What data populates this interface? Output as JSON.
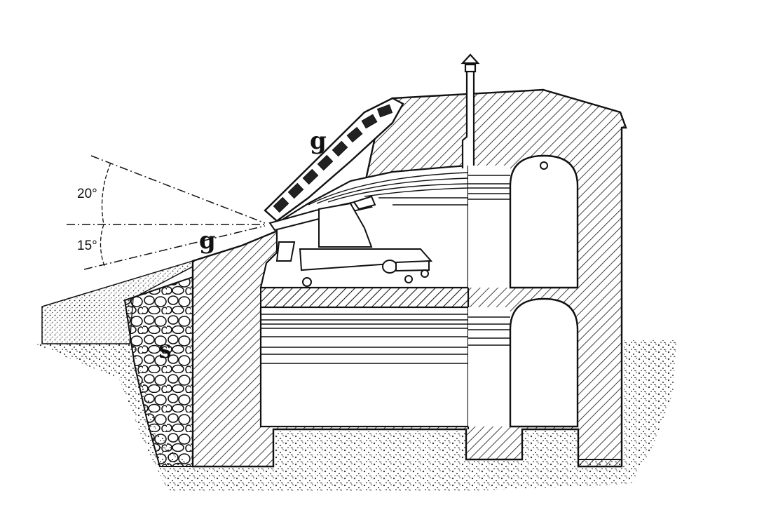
{
  "labels": {
    "angle_upper": "20°",
    "angle_lower": "15°",
    "g_upper": "g",
    "g_lower": "g",
    "s": "S"
  },
  "colors": {
    "ink": "#111111",
    "paper": "#ffffff"
  }
}
